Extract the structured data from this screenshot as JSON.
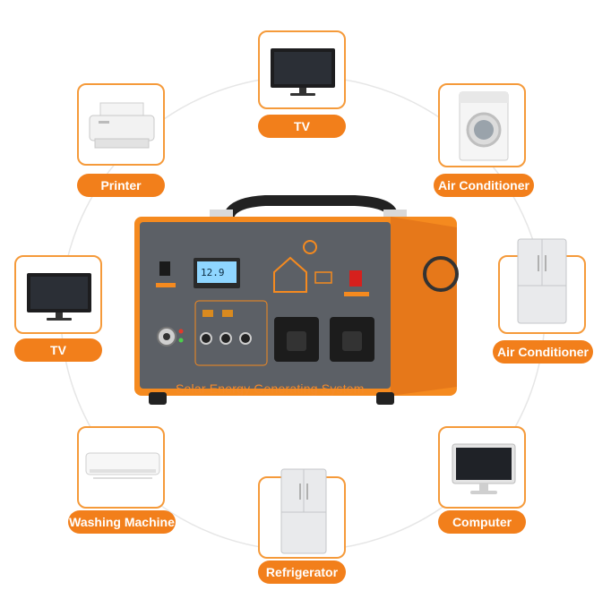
{
  "appliances": [
    {
      "label": "TV",
      "icon": "tv-icon"
    },
    {
      "label": "Printer",
      "icon": "printer-icon"
    },
    {
      "label": "Air Conditioner",
      "icon": "washing-machine-icon"
    },
    {
      "label": "TV",
      "icon": "tv-icon"
    },
    {
      "label": "Air Conditioner",
      "icon": "refrigerator-icon"
    },
    {
      "label": "Washing Machine",
      "icon": "air-conditioner-icon"
    },
    {
      "label": "Refrigerator",
      "icon": "refrigerator-icon"
    },
    {
      "label": "Computer",
      "icon": "computer-monitor-icon"
    }
  ],
  "generator": {
    "title": "Solar Energy Generating System",
    "display_value": "12.9",
    "body_color": "#f58a1f",
    "panel_color": "#5c6066"
  },
  "colors": {
    "accent": "#f27f1b",
    "card_border": "#f59a3a"
  }
}
